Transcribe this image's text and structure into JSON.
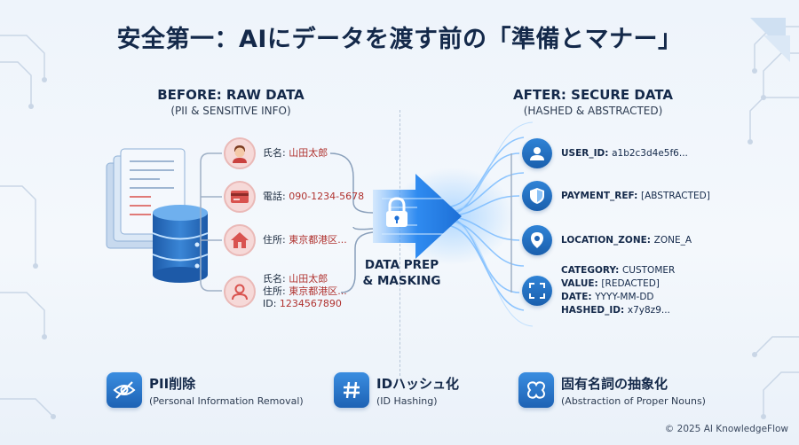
{
  "title": "安全第一：AIにデータを渡す前の「準備とマナー」",
  "before": {
    "heading": "BEFORE: RAW DATA",
    "subheading": "(PII & SENSITIVE INFO)",
    "items": [
      {
        "icon": "person-icon",
        "lines": [
          {
            "label": "氏名: ",
            "value": "山田太郎"
          }
        ]
      },
      {
        "icon": "credit-card-icon",
        "lines": [
          {
            "label": "電話: ",
            "value": "090-1234-5678"
          }
        ]
      },
      {
        "icon": "house-icon",
        "lines": [
          {
            "label": "住所: ",
            "value": "東京都港区..."
          }
        ]
      },
      {
        "icon": "user-profile-icon",
        "lines": [
          {
            "label": "氏名: ",
            "value": "山田太郎"
          },
          {
            "label": "住所: ",
            "value": "東京都港区..."
          },
          {
            "label": "ID: ",
            "value": "1234567890"
          }
        ]
      }
    ]
  },
  "middle": {
    "line1": "DATA PREP",
    "line2": "& MASKING"
  },
  "after": {
    "heading": "AFTER: SECURE DATA",
    "subheading": "(HASHED & ABSTRACTED)",
    "items": [
      {
        "icon": "user-icon",
        "lines": [
          {
            "label": "USER_ID: ",
            "value": "a1b2c3d4e5f6..."
          }
        ]
      },
      {
        "icon": "shield-icon",
        "lines": [
          {
            "label": "PAYMENT_REF: ",
            "value": "[ABSTRACTED]"
          }
        ]
      },
      {
        "icon": "location-pin-icon",
        "lines": [
          {
            "label": "LOCATION_ZONE: ",
            "value": "ZONE_A"
          }
        ]
      },
      {
        "icon": "focus-frame-icon",
        "lines": [
          {
            "label": "CATEGORY: ",
            "value": "CUSTOMER"
          },
          {
            "label": "VALUE: ",
            "value": "[REDACTED]"
          },
          {
            "label": "DATE: ",
            "value": "YYYY-MM-DD"
          },
          {
            "label": "HASHED_ID: ",
            "value": "x7y8z9..."
          }
        ]
      }
    ]
  },
  "features": [
    {
      "icon": "eye-slash-icon",
      "title": "PII削除",
      "subtitle": "(Personal Information Removal)"
    },
    {
      "icon": "hash-icon",
      "title": "IDハッシュ化",
      "subtitle": "(ID Hashing)"
    },
    {
      "icon": "abstract-shape-icon",
      "title": "固有名詞の抽象化",
      "subtitle": "(Abstraction of Proper Nouns)"
    }
  ],
  "footer": "© 2025 AI KnowledgeFlow",
  "colors": {
    "navy": "#14294a",
    "accent_blue": "#1d62b4",
    "pii_red": "#b0322f",
    "pii_bg": "#f6d9d8"
  }
}
